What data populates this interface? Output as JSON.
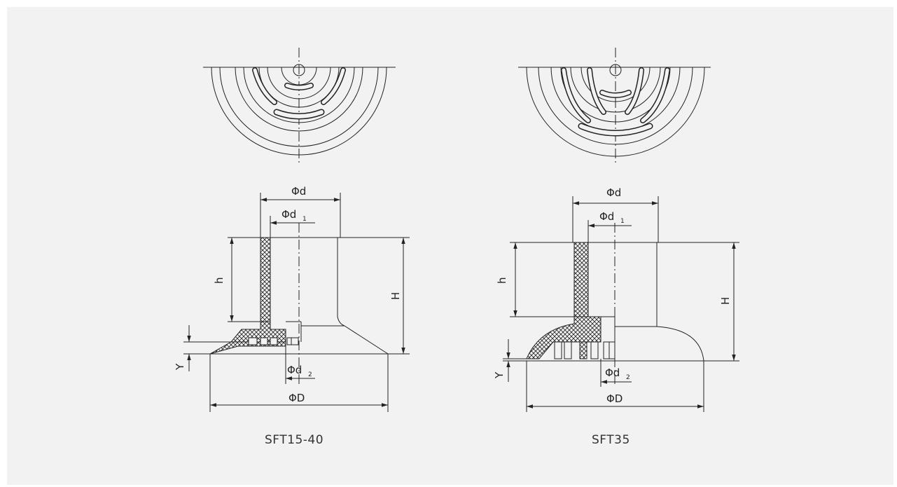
{
  "colors": {
    "background": "#f2f2f2",
    "line": "#222222"
  },
  "drawings": [
    {
      "model": "SFT15-40",
      "dims": {
        "d": "Φd",
        "d1": "Φd",
        "d1_sub": "1",
        "d2": "Φd",
        "d2_sub": "2",
        "D": "ΦD",
        "h": "h",
        "H": "H",
        "Y": "Y"
      }
    },
    {
      "model": "SFT35",
      "dims": {
        "d": "Φd",
        "d1": "Φd",
        "d1_sub": "1",
        "d2": "Φd",
        "d2_sub": "2",
        "D": "ΦD",
        "h": "h",
        "H": "H",
        "Y": "Y"
      }
    }
  ]
}
